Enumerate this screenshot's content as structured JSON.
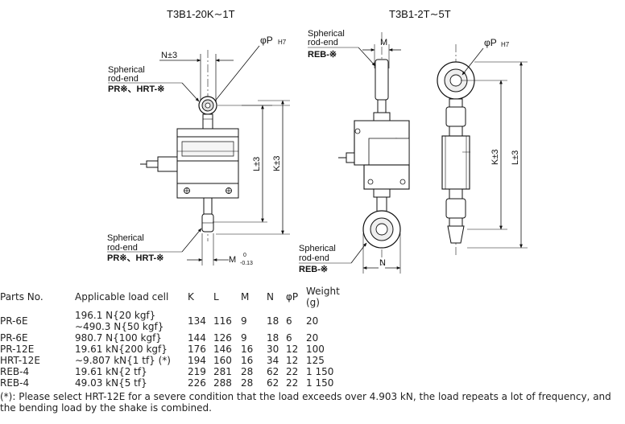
{
  "drawing": {
    "left_title": "T3B1-20K∼1T",
    "right_title": "T3B1-2T∼5T",
    "left_labels": {
      "n_dim": "N±3",
      "phi_p": "φP",
      "phi_p_sub": "H7",
      "top_rod_end_1": "Spherical",
      "top_rod_end_2": "rod-end",
      "top_rod_end_3": "PR※、HRT-※",
      "l_dim": "L±3",
      "k_dim": "K±3",
      "bottom_rod_end_1": "Spherical",
      "bottom_rod_end_2": "rod-end",
      "bottom_rod_end_3": "PR※、HRT-※",
      "m_dim": "M",
      "m_tol_top": "0",
      "m_tol_bottom": "-0.13"
    },
    "right_labels": {
      "top_rod_end_1": "Spherical",
      "top_rod_end_2": "rod-end",
      "top_rod_end_3": "REB-※",
      "m_dim": "M",
      "phi_p": "φP",
      "phi_p_sub": "H7",
      "k_dim": "K±3",
      "l_dim": "L±3",
      "bottom_rod_end_1": "Spherical",
      "bottom_rod_end_2": "rod-end",
      "bottom_rod_end_3": "REB-※",
      "n_dim": "N"
    }
  },
  "table": {
    "headers": {
      "parts_no": "Parts No.",
      "load_cell": "Applicable load cell",
      "k": "K",
      "l": "L",
      "m": "M",
      "n": "N",
      "phi_p": "φP",
      "weight_1": "Weight",
      "weight_2": "(g)"
    },
    "rows": [
      {
        "part": "PR-6E",
        "load_1": "196.1 N{20 kgf}",
        "load_2": "∼490.3 N{50 kgf}",
        "k": "134",
        "l": "116",
        "m": "9",
        "n": "18",
        "p": "6",
        "w": "20"
      },
      {
        "part": "PR-6E",
        "load_1": "980.7 N{100 kgf}",
        "load_2": "",
        "k": "144",
        "l": "126",
        "m": "9",
        "n": "18",
        "p": "6",
        "w": "20"
      },
      {
        "part": "PR-12E",
        "load_1": "19.61 kN{200 kgf}",
        "load_2": "",
        "k": "176",
        "l": "146",
        "m": "16",
        "n": "30",
        "p": "12",
        "w": "100"
      },
      {
        "part": "HRT-12E",
        "load_1": "∼9.807 kN{1 tf} (*)",
        "load_2": "",
        "k": "194",
        "l": "160",
        "m": "16",
        "n": "34",
        "p": "12",
        "w": "125"
      },
      {
        "part": "REB-4",
        "load_1": "19.61 kN{2 tf}",
        "load_2": "",
        "k": "219",
        "l": "281",
        "m": "28",
        "n": "62",
        "p": "22",
        "w": "1 150"
      },
      {
        "part": "REB-4",
        "load_1": "49.03 kN{5 tf}",
        "load_2": "",
        "k": "226",
        "l": "288",
        "m": "28",
        "n": "62",
        "p": "22",
        "w": "1 150"
      }
    ]
  },
  "note": "(*): Please select HRT-12E for a severe condition that the load exceeds over 4.903 kN, the load repeats a lot of frequency, and the bending load by the shake is combined."
}
